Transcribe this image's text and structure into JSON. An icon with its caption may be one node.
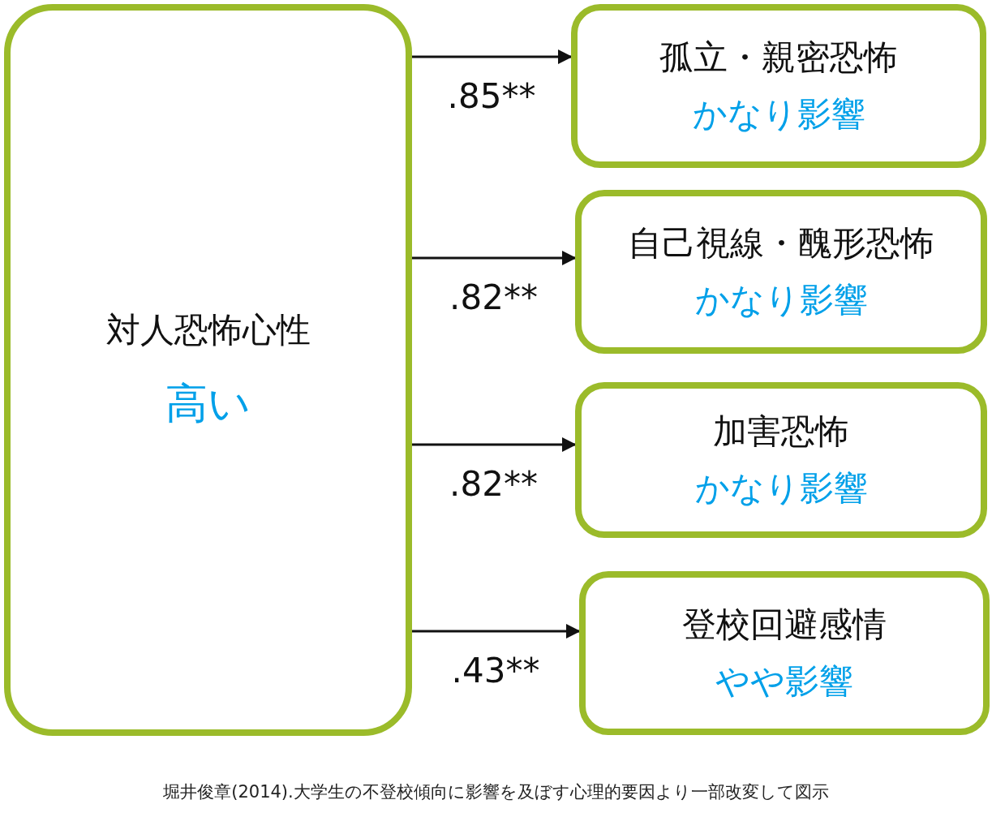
{
  "diagram": {
    "caption": "堀井俊章(2014).大学生の不登校傾向に影響を及ぼす心理的要因より一部改変して図示",
    "nodes": [
      {
        "text": [
          "対人恐怖心性",
          "高い"
        ]
      },
      {
        "text": [
          "孤立・親密恐怖",
          "かなり影響"
        ]
      },
      {
        "text": [
          "自己視線・醜形恐怖",
          "かなり影響"
        ]
      },
      {
        "text": [
          "加害恐怖",
          "かなり影響"
        ]
      },
      {
        "text": [
          "登校回避感情",
          "やや影響"
        ]
      }
    ],
    "edges": [
      {
        "from": 0,
        "to": 1,
        "arrow": "to",
        "label": ".85**"
      },
      {
        "from": 0,
        "to": 2,
        "arrow": "to",
        "label": ".82**"
      },
      {
        "from": 0,
        "to": 3,
        "arrow": "to",
        "label": ".82**"
      },
      {
        "from": 0,
        "to": 4,
        "arrow": "to",
        "label": ".43**"
      }
    ]
  }
}
